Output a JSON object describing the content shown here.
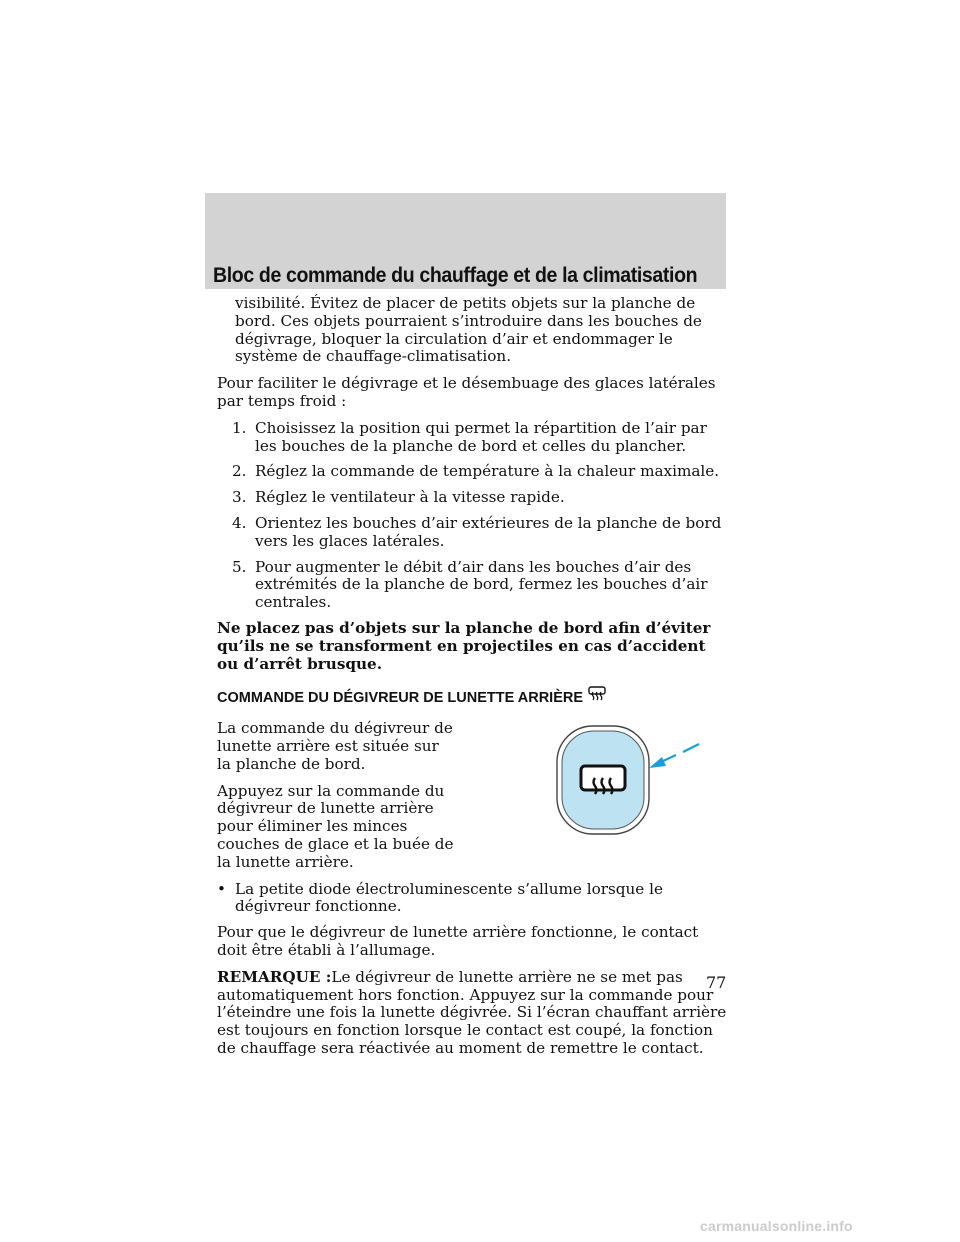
{
  "header": {
    "title": "Bloc de commande du chauffage et de la climatisation"
  },
  "content": {
    "intro_paragraph": "visibilité. Évitez de placer de petits objets sur la planche de bord. Ces objets pourraient s’introduire dans les bouches de dégivrage, bloquer la circulation d’air et endommager le système de chauffage-climatisation.",
    "side_windows_intro": "Pour faciliter le dégivrage et le désembuage des glaces latérales par temps froid :",
    "steps": [
      {
        "number": "1.",
        "text": "Choisissez la position qui permet la répartition de l’air par les bouches de la planche de bord et celles du plancher."
      },
      {
        "number": "2.",
        "text": "Réglez la commande de température à la chaleur maximale."
      },
      {
        "number": "3.",
        "text": "Réglez le ventilateur à la vitesse rapide."
      },
      {
        "number": "4.",
        "text": "Orientez les bouches d’air extérieures de la planche de bord vers les glaces latérales."
      },
      {
        "number": "5.",
        "text": "Pour augmenter le débit d’air dans les bouches d’air des extrémités de la planche de bord, fermez les bouches d’air centrales."
      }
    ],
    "warning": "Ne placez pas d’objets sur la planche de bord afin d’éviter qu’ils ne se transforment en projectiles en cas d’accident ou d’arrêt brusque.",
    "defroster_heading": "COMMANDE DU DÉGIVREUR DE LUNETTE ARRIÈRE",
    "defroster_location": "La commande du dégivreur de lunette arrière est située sur la planche de bord.",
    "defroster_press": "Appuyez sur la commande du dégivreur de lunette arrière pour éliminer les minces couches de glace et la buée de la lunette arrière.",
    "bullet_symbol": "•",
    "bullet_led": "La petite diode électroluminescente s’allume lorsque le dégivreur fonctionne.",
    "ignition_note": "Pour que le dégivreur de lunette arrière fonctionne, le contact doit être établi à l’allumage.",
    "remark_label": "REMARQUE :",
    "remark_text": "Le dégivreur de lunette arrière ne se met pas automatiquement hors fonction. Appuyez sur la commande pour l’éteindre une fois la lunette dégivrée. Si l’écran chauffant arrière est toujours en fonction lorsque le contact est coupé, la fonction de chauffage sera réactivée au moment de remettre le contact."
  },
  "illustration": {
    "icon": "rear-defrost-icon",
    "button_fill": "#bde3f2",
    "arrow_color": "#1aa0d8"
  },
  "footer": {
    "page_number": "77",
    "watermark": "carmanualsonline.info"
  },
  "colors": {
    "header_band": "#d3d3d3",
    "text": "#111111"
  }
}
